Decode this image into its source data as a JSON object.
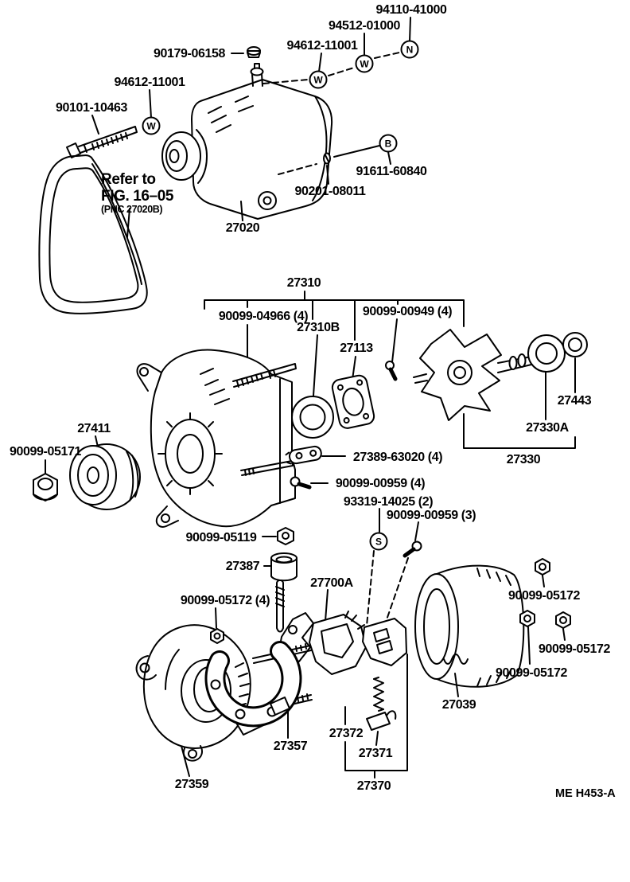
{
  "diagram": {
    "figure_code": "ME H453-A",
    "reference_note": {
      "line1": "Refer to",
      "line2": "FIG. 16–05",
      "line3": "(PNC 27020B)"
    },
    "markers": {
      "washer_w1": "W",
      "washer_w2": "W",
      "washer_w3": "W",
      "nut_n": "N",
      "bolt_b": "B",
      "screw_s": "S"
    },
    "part_labels": [
      {
        "id": "94110-41000",
        "text": "94110-41000"
      },
      {
        "id": "94512-01000",
        "text": "94512-01000"
      },
      {
        "id": "94612-11001-a",
        "text": "94612-11001"
      },
      {
        "id": "90179-06158",
        "text": "90179-06158"
      },
      {
        "id": "94612-11001-b",
        "text": "94612-11001"
      },
      {
        "id": "90101-10463",
        "text": "90101-10463"
      },
      {
        "id": "91611-60840",
        "text": "91611-60840"
      },
      {
        "id": "90201-08011",
        "text": "90201-08011"
      },
      {
        "id": "27020",
        "text": "27020"
      },
      {
        "id": "27310",
        "text": "27310"
      },
      {
        "id": "90099-04966",
        "text": "90099-04966 (4)"
      },
      {
        "id": "27310B",
        "text": "27310B"
      },
      {
        "id": "90099-00949",
        "text": "90099-00949 (4)"
      },
      {
        "id": "27113",
        "text": "27113"
      },
      {
        "id": "27443",
        "text": "27443"
      },
      {
        "id": "27330A",
        "text": "27330A"
      },
      {
        "id": "27330",
        "text": "27330"
      },
      {
        "id": "27411",
        "text": "27411"
      },
      {
        "id": "90099-05171",
        "text": "90099-05171"
      },
      {
        "id": "27389-63020",
        "text": "27389-63020 (4)"
      },
      {
        "id": "90099-00959-4",
        "text": "90099-00959 (4)"
      },
      {
        "id": "93319-14025",
        "text": "93319-14025 (2)"
      },
      {
        "id": "90099-00959-3",
        "text": "90099-00959 (3)"
      },
      {
        "id": "90099-05119",
        "text": "90099-05119"
      },
      {
        "id": "27387",
        "text": "27387"
      },
      {
        "id": "27700A",
        "text": "27700A"
      },
      {
        "id": "90099-05172-4",
        "text": "90099-05172 (4)"
      },
      {
        "id": "90099-05172-a",
        "text": "90099-05172"
      },
      {
        "id": "90099-05172-b",
        "text": "90099-05172"
      },
      {
        "id": "90099-05172-c",
        "text": "90099-05172"
      },
      {
        "id": "27039",
        "text": "27039"
      },
      {
        "id": "27357",
        "text": "27357"
      },
      {
        "id": "27372",
        "text": "27372"
      },
      {
        "id": "27371",
        "text": "27371"
      },
      {
        "id": "27359",
        "text": "27359"
      },
      {
        "id": "27370",
        "text": "27370"
      }
    ]
  }
}
